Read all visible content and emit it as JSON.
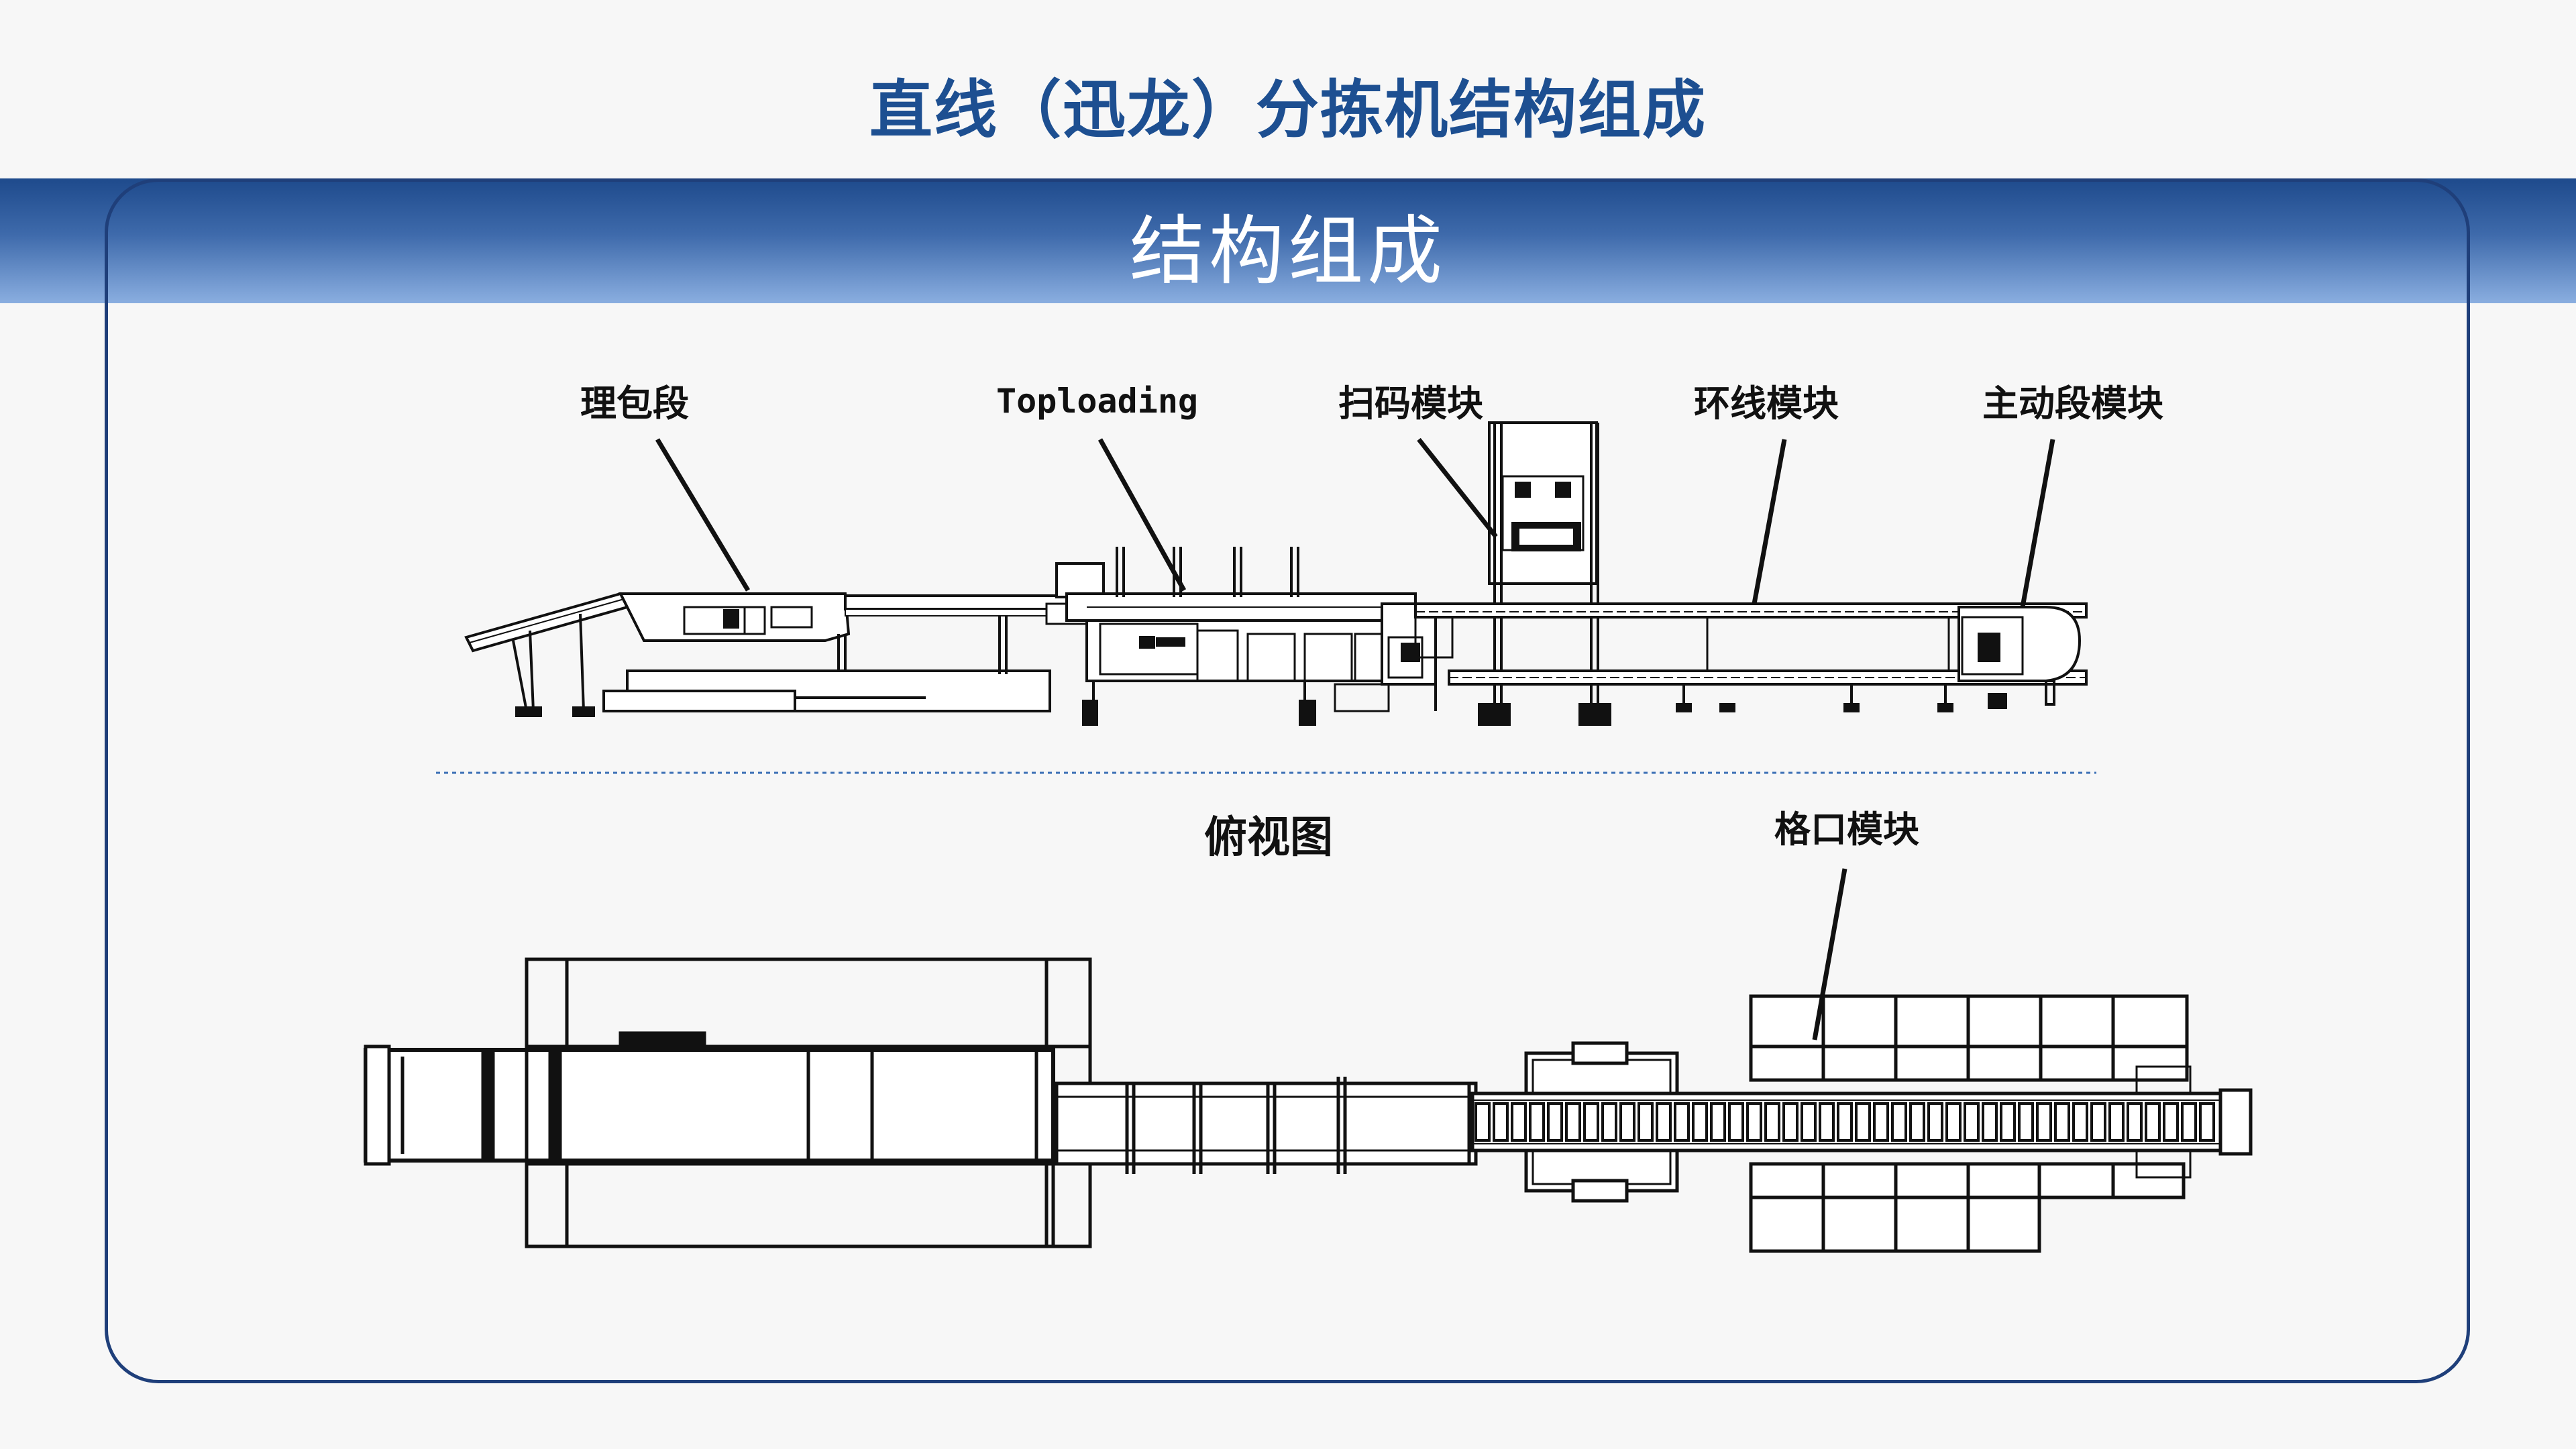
{
  "slide": {
    "title": "直线（迅龙）分拣机结构组成",
    "banner_title": "结构组成"
  },
  "side_view": {
    "labels": {
      "bundle_section": "理包段",
      "toploading": "Toploading",
      "scan_module": "扫码模块",
      "loop_module": "环线模块",
      "drive_module": "主动段模块"
    }
  },
  "top_view": {
    "title": "俯视图",
    "labels": {
      "chute_module": "格口模块"
    }
  },
  "colors": {
    "title": "#1d4f91",
    "banner_top": "#1e4a8c",
    "banner_bottom": "#8aaee0",
    "panel_border": "#1f3f7a",
    "separator": "#3a6fb5"
  }
}
